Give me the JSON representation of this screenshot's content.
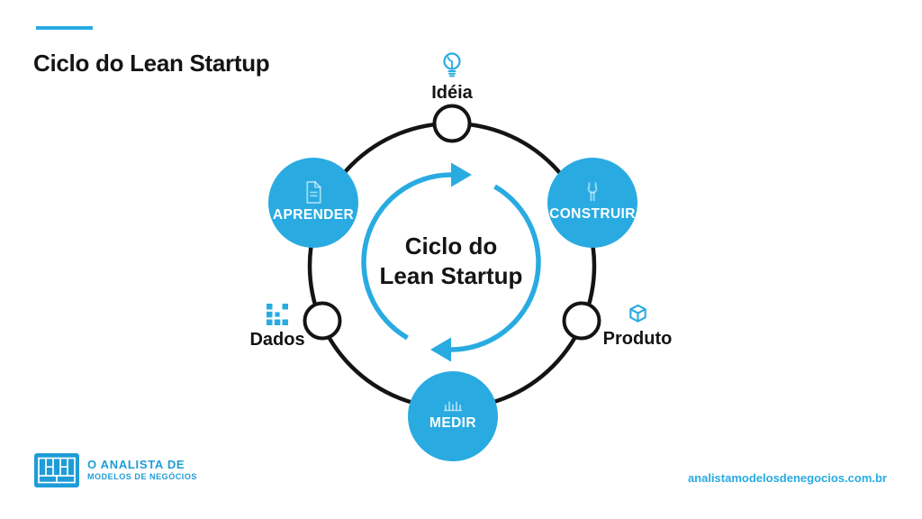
{
  "colors": {
    "accent": "#29ABE2",
    "brand": "#1E9CD7",
    "ink": "#141414"
  },
  "header": {
    "title": "Ciclo do Lean Startup"
  },
  "diagram": {
    "center_title_line1": "Ciclo do",
    "center_title_line2": "Lean Startup",
    "stages": [
      {
        "id": "aprender",
        "label": "APRENDER",
        "icon": "document-icon"
      },
      {
        "id": "construir",
        "label": "CONSTRUIR",
        "icon": "wrench-icon"
      },
      {
        "id": "medir",
        "label": "MEDIR",
        "icon": "bar-chart-icon"
      }
    ],
    "checkpoints": [
      {
        "id": "ideia",
        "label": "Idéia",
        "icon": "lightbulb-icon"
      },
      {
        "id": "dados",
        "label": "Dados",
        "icon": "data-pixels-icon"
      },
      {
        "id": "produto",
        "label": "Produto",
        "icon": "cube-icon"
      }
    ]
  },
  "footer": {
    "brand_name_line1": "O ANALISTA DE",
    "brand_name_line2": "MODELOS DE NEGÓCIOS",
    "website": "analistamodelosdenegocios.com.br"
  }
}
